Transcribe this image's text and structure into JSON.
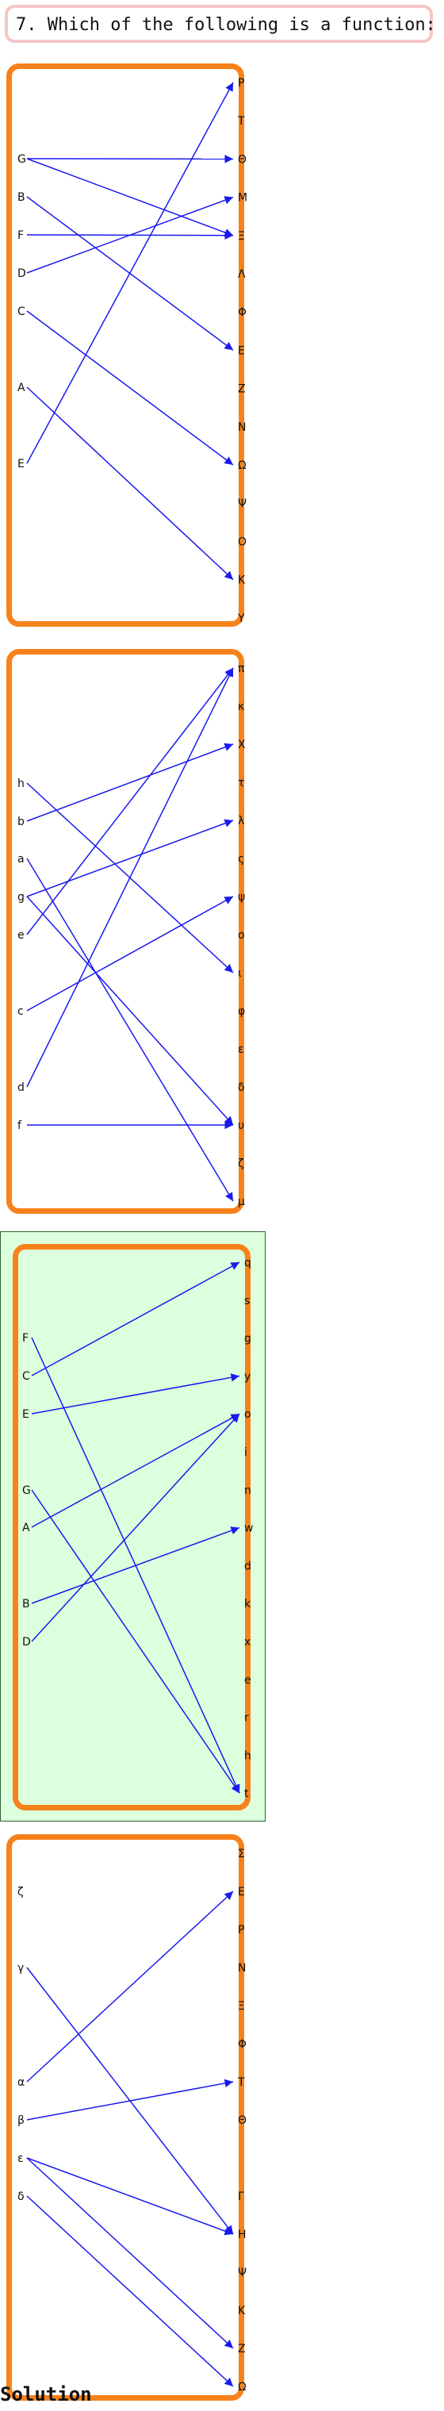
{
  "question": {
    "text": "7. Which of the following is a function:"
  },
  "colors": {
    "box_border": "#f7821b",
    "arrow": "#1a1aee",
    "selected_bg": "#ddffdd",
    "selected_frame": "#2f5f2f",
    "question_border": "#f5c6c6"
  },
  "options": [
    {
      "domain": [
        "G",
        "B",
        "F",
        "D",
        "C",
        "A",
        "E"
      ],
      "codomain": [
        "P",
        "T",
        "Θ",
        "M",
        "Ξ",
        "Λ",
        "Φ",
        "E",
        "Z",
        "N",
        "Ω",
        "Ψ",
        "O",
        "K",
        "Y"
      ],
      "arrows": [
        [
          "G",
          "Θ"
        ],
        [
          "G",
          "Ξ"
        ],
        [
          "B",
          "E"
        ],
        [
          "F",
          "Ξ"
        ],
        [
          "D",
          "M"
        ],
        [
          "C",
          "Ω"
        ],
        [
          "A",
          "K"
        ],
        [
          "E",
          "P"
        ]
      ],
      "selected": false
    },
    {
      "domain": [
        "h",
        "b",
        "a",
        "g",
        "e",
        "c",
        "d",
        "f"
      ],
      "codomain": [
        "π",
        "κ",
        "X",
        "τ",
        "λ",
        "ς",
        "ψ",
        "ο",
        "ι",
        "φ",
        "ε",
        "δ",
        "υ",
        "ζ",
        "μ"
      ],
      "arrows": [
        [
          "h",
          "ι"
        ],
        [
          "b",
          "X"
        ],
        [
          "a",
          "μ"
        ],
        [
          "g",
          "λ"
        ],
        [
          "g",
          "υ"
        ],
        [
          "e",
          "π"
        ],
        [
          "c",
          "ψ"
        ],
        [
          "d",
          "π"
        ],
        [
          "f",
          "υ"
        ]
      ],
      "selected": false
    },
    {
      "domain": [
        "F",
        "C",
        "E",
        "G",
        "A",
        "B",
        "D"
      ],
      "codomain": [
        "q",
        "s",
        "g",
        "y",
        "o",
        "i",
        "n",
        "w",
        "d",
        "k",
        "x",
        "e",
        "r",
        "h",
        "t"
      ],
      "arrows": [
        [
          "F",
          "t"
        ],
        [
          "C",
          "q"
        ],
        [
          "E",
          "y"
        ],
        [
          "G",
          "t"
        ],
        [
          "A",
          "o"
        ],
        [
          "B",
          "w"
        ],
        [
          "D",
          "o"
        ]
      ],
      "selected": true
    },
    {
      "domain": [
        "ζ",
        "γ",
        "α",
        "β",
        "ε",
        "δ"
      ],
      "codomain": [
        "Σ",
        "E",
        "P",
        "N",
        "Ξ",
        "Φ",
        "T",
        "Θ",
        "",
        "Γ",
        "H",
        "Ψ",
        "K",
        "Z",
        "Ω"
      ],
      "arrows": [
        [
          "γ",
          "H"
        ],
        [
          "α",
          "E"
        ],
        [
          "β",
          "T"
        ],
        [
          "ε",
          "H"
        ],
        [
          "ε",
          "Z"
        ],
        [
          "δ",
          "Ω"
        ]
      ],
      "selected": false
    }
  ],
  "solution": {
    "label": "Solution"
  }
}
